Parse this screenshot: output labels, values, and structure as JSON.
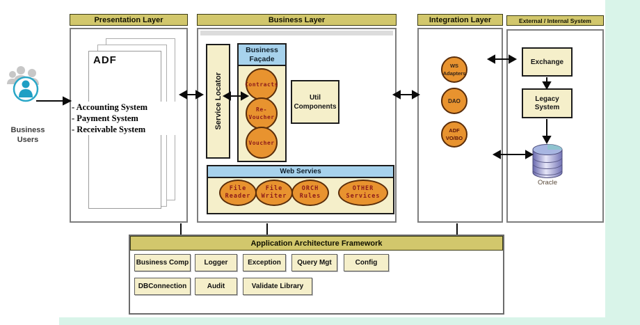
{
  "colors": {
    "header_bg": "#d2c76c",
    "cream": "#f5efca",
    "blue_header": "#a7d2ec",
    "orange": "#e8932f",
    "maroon_text": "#8b1a1a",
    "mint_bg": "#d9f4e9"
  },
  "business_users": {
    "label": [
      "Business",
      "Users"
    ]
  },
  "presentation": {
    "header": "Presentation Layer",
    "adf_label": "ADF",
    "systems": [
      "- Accounting System",
      "- Payment System",
      "- Receivable System"
    ]
  },
  "business": {
    "header": "Business Layer",
    "service_locator": "Service Locator",
    "facade": {
      "title": [
        "Business",
        "Façade"
      ],
      "circles": [
        [
          "Contracts"
        ],
        [
          "Re-",
          "Voucher"
        ],
        [
          "Voucher"
        ]
      ]
    },
    "util": [
      "Util",
      "Components"
    ],
    "web_services": {
      "header": "Web Servies",
      "items": [
        [
          "File",
          "Reader"
        ],
        [
          "File",
          "Writer"
        ],
        [
          "ORCH",
          "Rules"
        ],
        [
          "OTHER",
          "Services"
        ]
      ]
    }
  },
  "integration": {
    "header": "Integration Layer",
    "circles": [
      [
        "WS",
        "Adapters"
      ],
      [
        "DAO"
      ],
      [
        "ADF",
        "VO/BO"
      ]
    ]
  },
  "external": {
    "header": "External / Internal System",
    "exchange": "Exchange",
    "legacy": [
      "Legacy",
      "System"
    ],
    "database": "Oracle"
  },
  "framework": {
    "header": "Application Architecture Framework",
    "row1": [
      "Business Comp",
      "Logger",
      "Exception",
      "Query Mgt",
      "Config"
    ],
    "row2": [
      "DBConnection",
      "Audit",
      "Validate Library"
    ]
  }
}
